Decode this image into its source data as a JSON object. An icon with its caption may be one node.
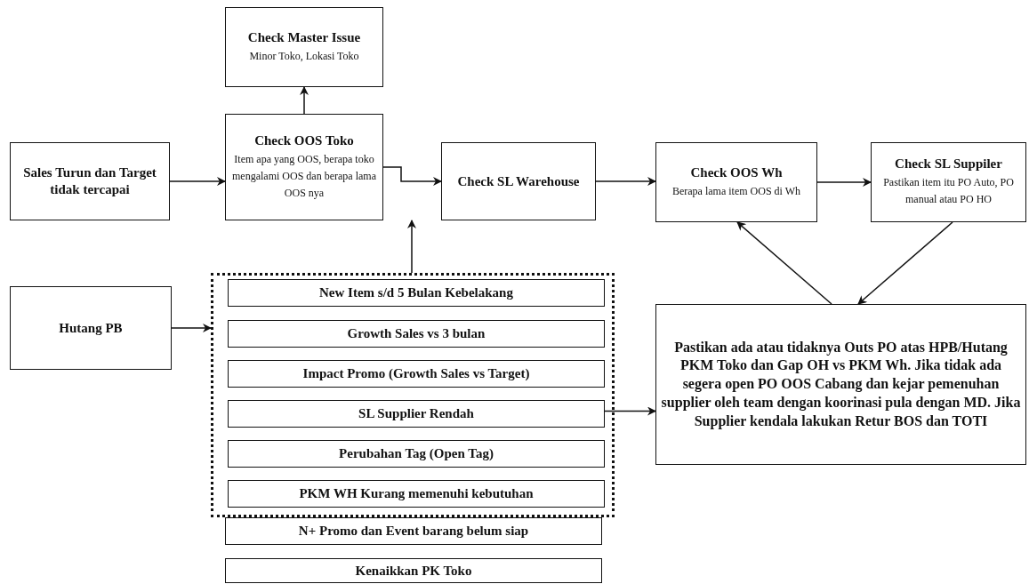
{
  "diagram": {
    "nodes": [
      {
        "text": [
          "Sales Turun dan Target tidak tercapai"
        ]
      },
      {
        "text": [
          "Check Master Issue",
          "Minor Toko, Lokasi Toko"
        ]
      },
      {
        "text": [
          "Check OOS Toko",
          "Item apa yang OOS, berapa toko mengalami OOS dan berapa lama OOS nya"
        ]
      },
      {
        "text": [
          "Check SL Warehouse"
        ]
      },
      {
        "text": [
          "Check OOS Wh",
          "Berapa lama item OOS di Wh"
        ]
      },
      {
        "text": [
          "Check SL Suppiler",
          "Pastikan item itu PO Auto, PO manual atau PO HO"
        ]
      },
      {
        "text": [
          "Hutang PB"
        ]
      },
      {
        "text": [],
        "shape": "box"
      },
      {
        "text": [
          "New Item s/d 5 Bulan Kebelakang"
        ],
        "in": 7
      },
      {
        "text": [
          "Growth Sales vs 3 bulan"
        ],
        "in": 7
      },
      {
        "text": [
          "Impact Promo (Growth Sales vs Target)"
        ],
        "in": 7
      },
      {
        "text": [
          "SL Supplier Rendah"
        ],
        "in": 7
      },
      {
        "text": [
          "Perubahan Tag (Open Tag)"
        ],
        "in": 7
      },
      {
        "text": [
          "PKM WH Kurang memenuhi kebutuhan"
        ],
        "in": 7
      },
      {
        "text": [
          "N+ Promo dan Event barang belum siap"
        ]
      },
      {
        "text": [
          "Kenaikkan PK Toko"
        ]
      },
      {
        "text": [
          "Pastikan ada atau tidaknya Outs PO atas HPB/Hutang PKM Toko dan Gap OH vs PKM Wh. Jika tidak ada segera open PO OOS Cabang dan kejar pemenuhan supplier oleh team dengan koorinasi pula dengan MD. Jika Supplier kendala lakukan Retur BOS dan TOTI"
        ]
      }
    ],
    "edges": [
      {
        "from": 0,
        "to": 2,
        "arrow": "to"
      },
      {
        "from": 2,
        "to": 1,
        "arrow": "to"
      },
      {
        "from": 2,
        "to": 3,
        "arrow": "to"
      },
      {
        "from": 3,
        "to": 4,
        "arrow": "to"
      },
      {
        "from": 4,
        "to": 5,
        "arrow": "to"
      },
      {
        "from": 7,
        "to": 2,
        "arrow": "to"
      },
      {
        "from": 6,
        "to": 7,
        "arrow": "to"
      },
      {
        "from": 11,
        "to": 16,
        "arrow": "to"
      },
      {
        "from": 16,
        "to": 4,
        "arrow": "to"
      },
      {
        "from": 5,
        "to": 16,
        "arrow": "to"
      }
    ]
  }
}
